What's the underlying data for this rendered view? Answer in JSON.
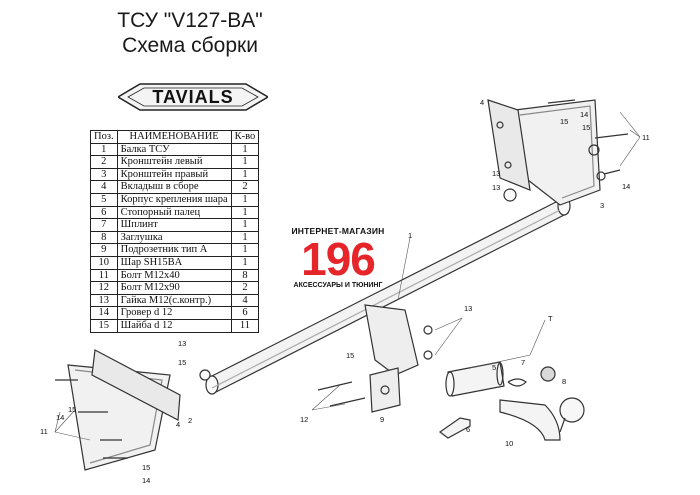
{
  "header": {
    "title": "ТСУ \"V127-BA\"",
    "subtitle": "Схема сборки",
    "logo_text": "TAVIALS"
  },
  "parts_table": {
    "columns": [
      "Поз.",
      "НАИМЕНОВАНИЕ",
      "К-во"
    ],
    "rows": [
      [
        "1",
        "Балка ТСУ",
        "1"
      ],
      [
        "2",
        "Кронштейн левый",
        "1"
      ],
      [
        "3",
        "Кронштейн правый",
        "1"
      ],
      [
        "4",
        "Вкладыш в сборе",
        "2"
      ],
      [
        "5",
        "Корпус крепления шара",
        "1"
      ],
      [
        "6",
        "Стопорный палец",
        "1"
      ],
      [
        "7",
        "Шплинт",
        "1"
      ],
      [
        "8",
        "Заглушка",
        "1"
      ],
      [
        "9",
        "Подрозетник тип А",
        "1"
      ],
      [
        "10",
        "Шар SH15BA",
        "1"
      ],
      [
        "11",
        "Болт М12х40",
        "8"
      ],
      [
        "12",
        "Болт М12х90",
        "2"
      ],
      [
        "13",
        "Гайка М12(с.контр.)",
        "4"
      ],
      [
        "14",
        "Гровер d 12",
        "6"
      ],
      [
        "15",
        "Шайба d 12",
        "11"
      ]
    ]
  },
  "shop_watermark": {
    "top_text": "ИНТЕРНЕТ-МАГАЗИН",
    "number": "196",
    "bottom_text": "АКСЕССУАРЫ И ТЮНИНГ",
    "accent_color": "#e5252a"
  },
  "callouts": [
    "1",
    "2",
    "3",
    "4",
    "4",
    "5",
    "6",
    "7",
    "8",
    "9",
    "10",
    "11",
    "11",
    "12",
    "13",
    "13",
    "13",
    "13",
    "14",
    "14",
    "14",
    "14",
    "15",
    "15",
    "15",
    "15",
    "15",
    "15",
    "T"
  ]
}
